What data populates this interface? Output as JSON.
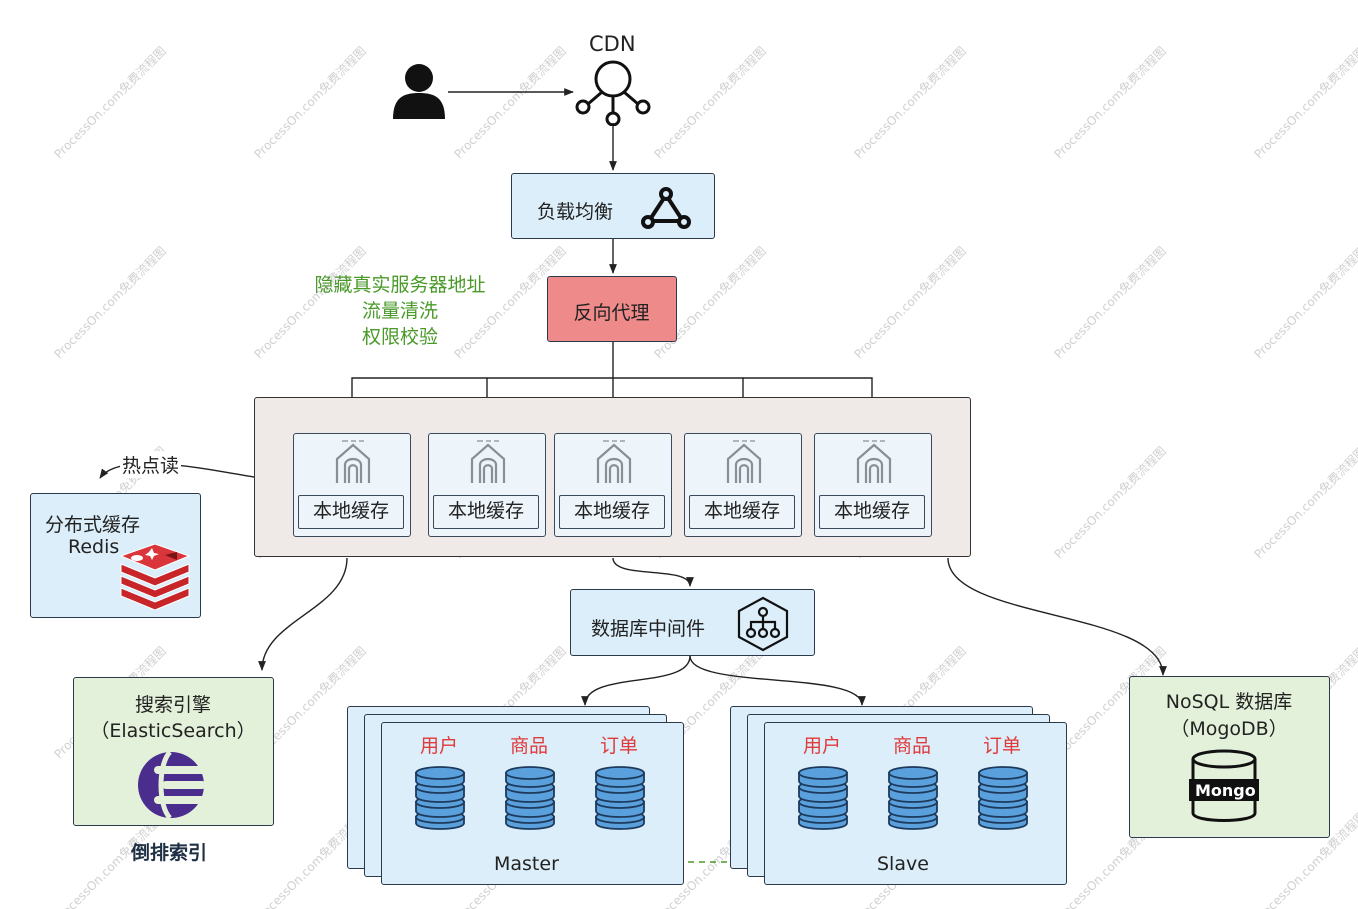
{
  "cdn": {
    "label": "CDN",
    "icon": "cdn-node-icon"
  },
  "user": {
    "icon": "user-icon"
  },
  "load_balancer": {
    "label": "负载均衡",
    "icon": "triangle-network-icon"
  },
  "reverse_proxy": {
    "label": "反向代理"
  },
  "proxy_notes": [
    "隐藏真实服务器地址",
    "流量清洗",
    "权限校验"
  ],
  "local_caches": [
    {
      "label": "本地缓存",
      "icon": "server-icon"
    },
    {
      "label": "本地缓存",
      "icon": "server-icon"
    },
    {
      "label": "本地缓存",
      "icon": "server-icon"
    },
    {
      "label": "本地缓存",
      "icon": "server-icon"
    },
    {
      "label": "本地缓存",
      "icon": "server-icon"
    }
  ],
  "hot_read": "热点读",
  "redis": {
    "title": "分布式缓存",
    "subtitle": "Redis",
    "icon": "redis-logo-icon"
  },
  "db_middleware": {
    "label": "数据库中间件",
    "icon": "hierarchy-icon"
  },
  "search": {
    "title": "搜索引擎",
    "subtitle": "（ElasticSearch）",
    "caption": "倒排索引",
    "icon": "elastic-logo-icon"
  },
  "master": {
    "label": "Master",
    "tables": [
      "用户",
      "商品",
      "订单"
    ]
  },
  "slave": {
    "label": "Slave",
    "tables": [
      "用户",
      "商品",
      "订单"
    ]
  },
  "nosql": {
    "title": "NoSQL 数据库",
    "subtitle": "（MogoDB）",
    "logo_text": "Mongo"
  },
  "watermark": "ProcessOn.com免费流程图",
  "colors": {
    "blue_fill": "#dbeef9",
    "green_fill": "#e3f1da",
    "proxy_fill": "#ef8a8a",
    "note_green": "#4a9a2a",
    "table_red": "#e03b3b",
    "db_blue": "#5aa0dc",
    "arrow_green": "#4a9a2a"
  }
}
